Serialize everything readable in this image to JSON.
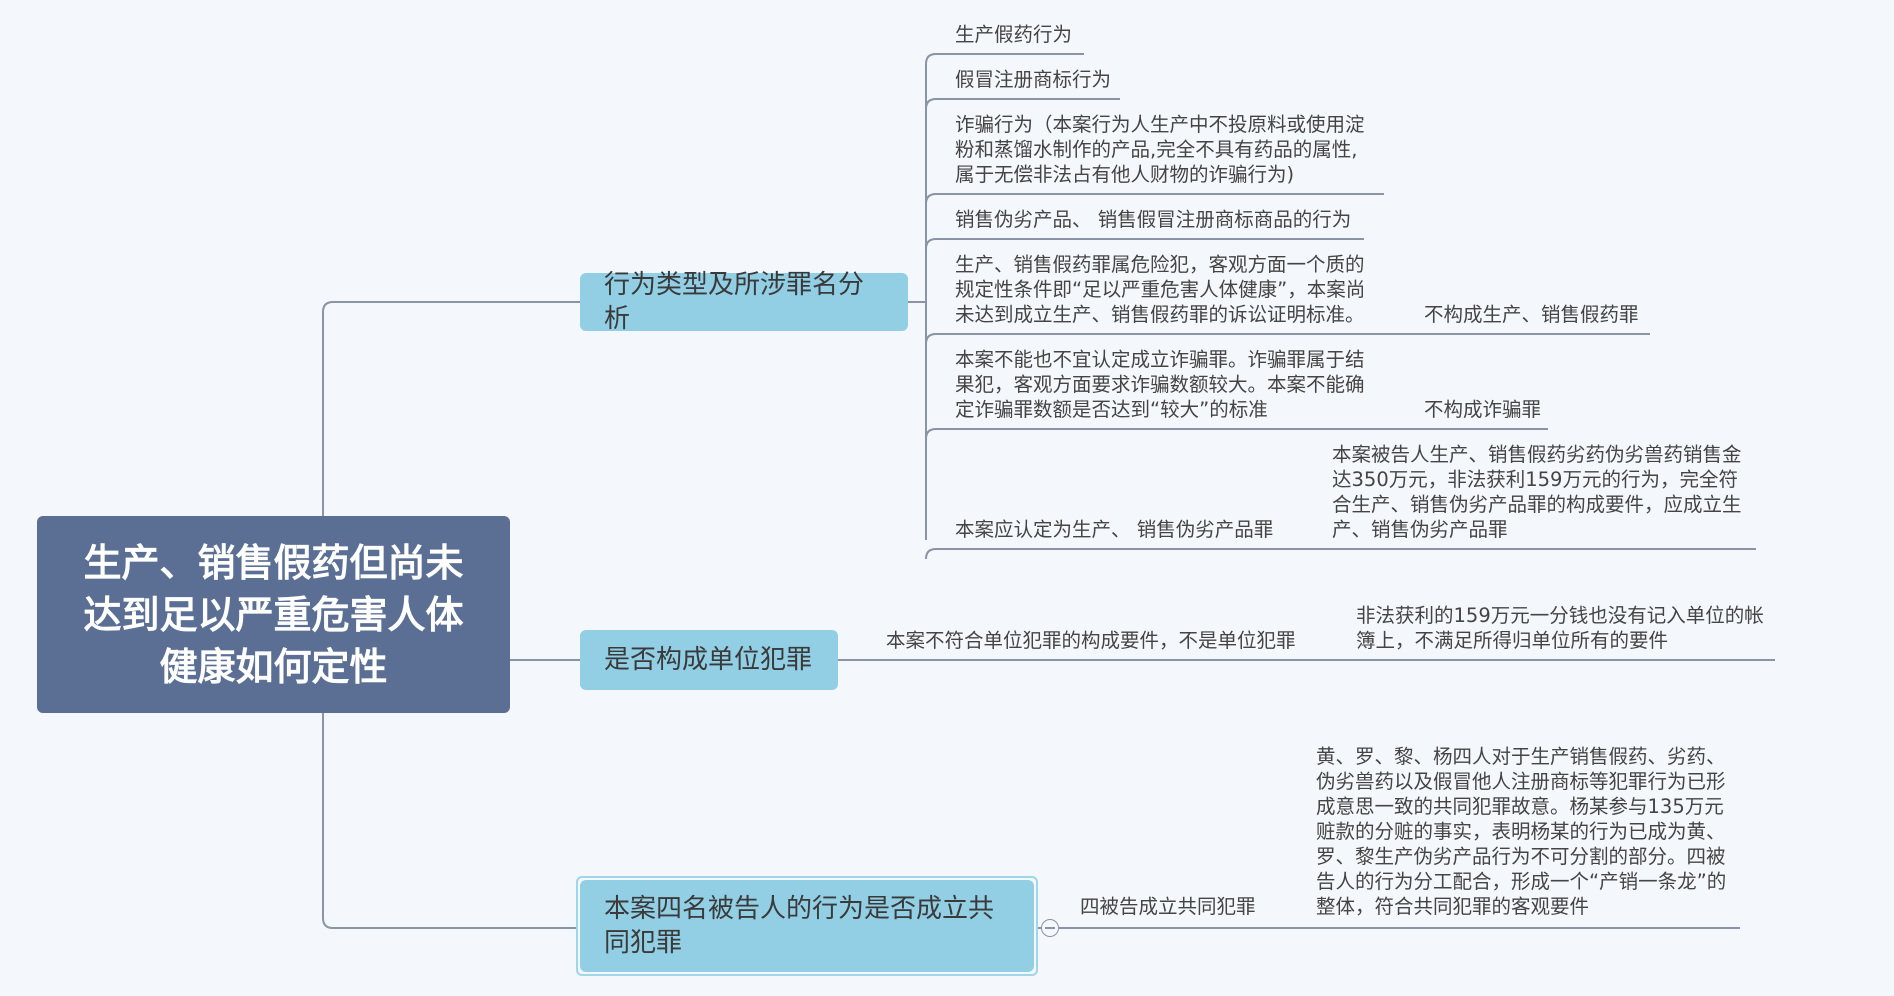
{
  "root": {
    "title_lines": [
      "生产、销售假药但尚未",
      "达到足以严重危害人体",
      "健康如何定性"
    ]
  },
  "branches": [
    {
      "label": "行为类型及所涉罪名分析",
      "children": [
        {
          "lines": [
            "生产假药行为"
          ]
        },
        {
          "lines": [
            "假冒注册商标行为"
          ]
        },
        {
          "lines": [
            "诈骗行为（本案行为人生产中不投原料或使用淀",
            "粉和蒸馏水制作的产品,完全不具有药品的属性,",
            "属于无偿非法占有他人财物的诈骗行为)"
          ]
        },
        {
          "lines": [
            "销售伪劣产品、 销售假冒注册商标商品的行为"
          ]
        },
        {
          "lines": [
            "生产、销售假药罪属危险犯，客观方面一个质的",
            "规定性条件即“足以严重危害人体健康”，本案尚",
            "未达到成立生产、销售假药罪的诉讼证明标准。"
          ],
          "conclusion": "不构成生产、销售假药罪"
        },
        {
          "lines": [
            "本案不能也不宜认定成立诈骗罪。诈骗罪属于结",
            "果犯，客观方面要求诈骗数额较大。本案不能确",
            "定诈骗罪数额是否达到“较大”的标准"
          ],
          "conclusion": "不构成诈骗罪"
        },
        {
          "lines": [
            "本案应认定为生产、 销售伪劣产品罪"
          ],
          "detail": [
            "本案被告人生产、销售假药劣药伪劣兽药销售金",
            "达350万元，非法获利159万元的行为，完全符",
            "合生产、销售伪劣产品罪的构成要件，应成立生",
            "产、销售伪劣产品罪"
          ]
        }
      ]
    },
    {
      "label": "是否构成单位犯罪",
      "children": [
        {
          "lines": [
            "本案不符合单位犯罪的构成要件，不是单位犯罪"
          ],
          "detail": [
            "非法获利的159万元一分钱也没有记入单位的帐",
            "簿上，不满足所得归单位所有的要件"
          ]
        }
      ]
    },
    {
      "label": "本案四名被告人的行为是否成立共同犯罪",
      "children": [
        {
          "lines": [
            "四被告成立共同犯罪"
          ],
          "detail": [
            "黄、罗、黎、杨四人对于生产销售假药、劣药、",
            "伪劣兽药以及假冒他人注册商标等犯罪行为已形",
            "成意思一致的共同犯罪故意。杨某参与135万元",
            "赃款的分赃的事实，表明杨某的行为已成为黄、",
            "罗、黎生产伪劣产品行为不可分割的部分。四被",
            "告人的行为分工配合，形成一个“产销一条龙”的",
            "整体，符合共同犯罪的客观要件"
          ]
        }
      ]
    }
  ],
  "colors": {
    "root_bg": "#5b6f94",
    "branch_bg": "#92cfe4",
    "line": "#8a94a6",
    "background": "#f4f8fc"
  }
}
